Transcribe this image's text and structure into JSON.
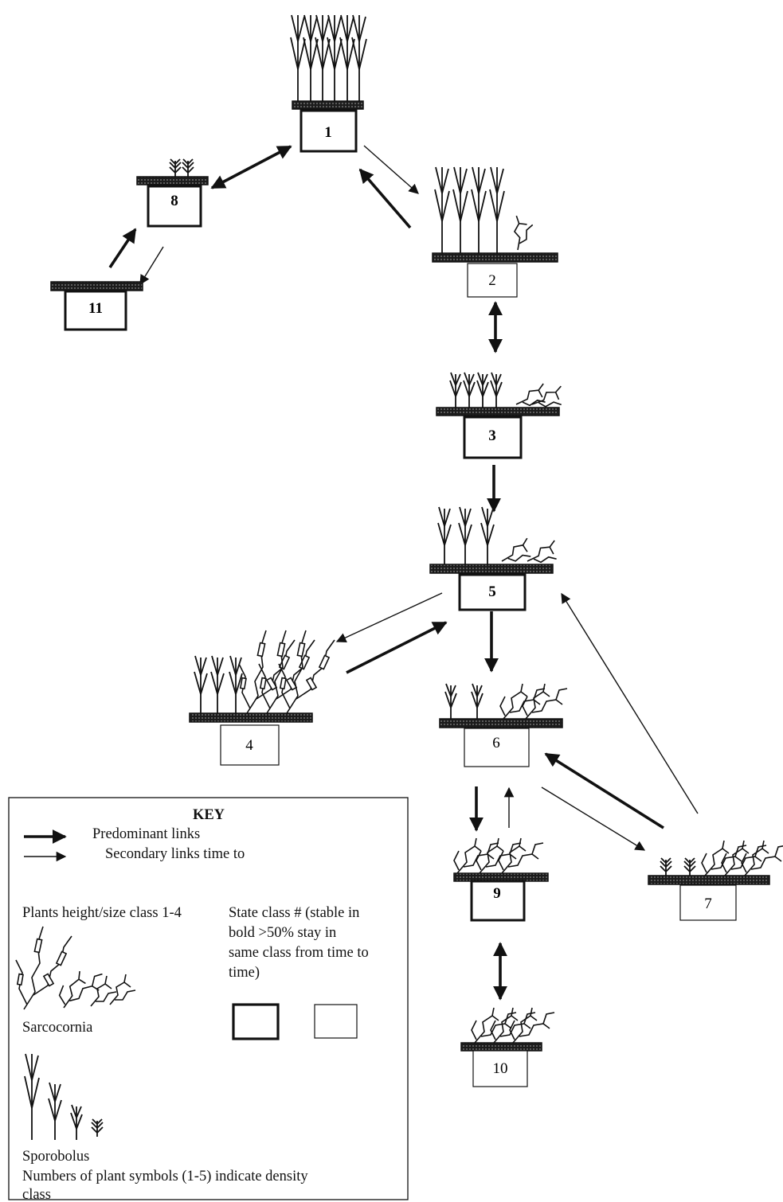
{
  "states": [
    {
      "id": "state-1",
      "label": "1",
      "bold": true
    },
    {
      "id": "state-2",
      "label": "2",
      "bold": false
    },
    {
      "id": "state-3",
      "label": "3",
      "bold": true
    },
    {
      "id": "state-4",
      "label": "4",
      "bold": false
    },
    {
      "id": "state-5",
      "label": "5",
      "bold": true
    },
    {
      "id": "state-6",
      "label": "6",
      "bold": false
    },
    {
      "id": "state-7",
      "label": "7",
      "bold": false
    },
    {
      "id": "state-8",
      "label": "8",
      "bold": true
    },
    {
      "id": "state-9",
      "label": "9",
      "bold": true
    },
    {
      "id": "state-10",
      "label": "10",
      "bold": false
    },
    {
      "id": "state-11",
      "label": "11",
      "bold": true
    }
  ],
  "links": [
    {
      "from": "8",
      "to": "1",
      "type": "predominant",
      "direction": "both"
    },
    {
      "from": "1",
      "to": "2",
      "type": "secondary",
      "direction": "forward"
    },
    {
      "from": "2",
      "to": "1",
      "type": "predominant",
      "direction": "forward"
    },
    {
      "from": "11",
      "to": "8",
      "type": "predominant",
      "direction": "forward"
    },
    {
      "from": "8",
      "to": "11",
      "type": "secondary",
      "direction": "forward"
    },
    {
      "from": "2",
      "to": "3",
      "type": "predominant",
      "direction": "both"
    },
    {
      "from": "3",
      "to": "5",
      "type": "predominant",
      "direction": "forward"
    },
    {
      "from": "5",
      "to": "4",
      "type": "secondary",
      "direction": "forward"
    },
    {
      "from": "4",
      "to": "5",
      "type": "predominant",
      "direction": "forward"
    },
    {
      "from": "5",
      "to": "6",
      "type": "predominant",
      "direction": "forward"
    },
    {
      "from": "7",
      "to": "5",
      "type": "secondary",
      "direction": "forward"
    },
    {
      "from": "6",
      "to": "9",
      "type": "predominant",
      "direction": "forward"
    },
    {
      "from": "9",
      "to": "6",
      "type": "secondary",
      "direction": "forward"
    },
    {
      "from": "6",
      "to": "7",
      "type": "secondary",
      "direction": "forward"
    },
    {
      "from": "7",
      "to": "6",
      "type": "predominant",
      "direction": "forward"
    },
    {
      "from": "9",
      "to": "10",
      "type": "predominant",
      "direction": "both"
    }
  ],
  "key": {
    "title": "KEY",
    "predominant": "Predominant links",
    "secondary": "Secondary links time to",
    "plants_heading": "Plants height/size class 1-4",
    "state_lines": [
      "State class # (stable in",
      "bold >50% stay in",
      "same class from time to",
      "time)"
    ],
    "sarcocornia": "Sarcocornia",
    "sporobolus": "Sporobolus",
    "density_lines": [
      "Numbers of plant symbols (1-5) indicate density",
      "class"
    ]
  }
}
